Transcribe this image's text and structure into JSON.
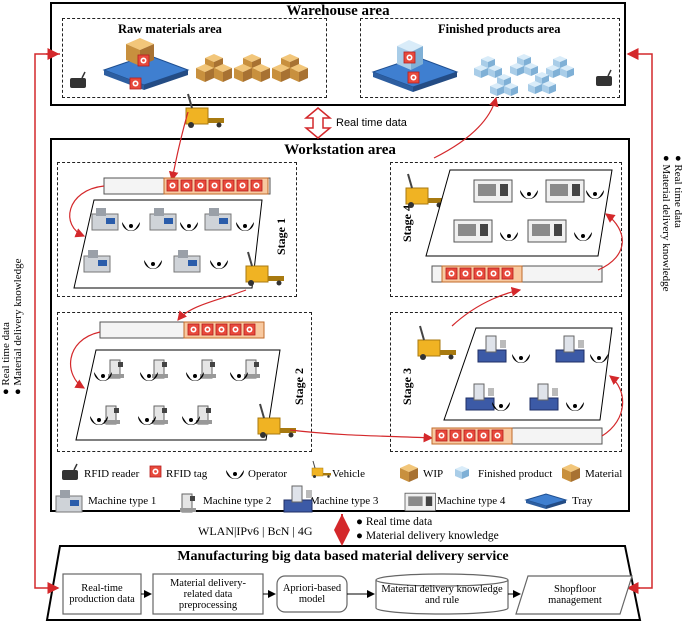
{
  "warehouse": {
    "title": "Warehouse area",
    "raw_materials": "Raw materials area",
    "finished_products": "Finished products  area"
  },
  "center_link": "Real time data",
  "workstation": {
    "title": "Workstation area",
    "stages": [
      "Stage 1",
      "Stage 2",
      "Stage 3",
      "Stage 4"
    ]
  },
  "legend": {
    "rfid_reader": "RFID reader",
    "rfid_tag": "RFID tag",
    "operator": "Operator",
    "vehicle": "Vehicle",
    "wip": "WIP",
    "finished_product": "Finished product",
    "material": "Material",
    "machine1": "Machine type 1",
    "machine2": "Machine type 2",
    "machine3": "Machine type 3",
    "machine4": "Machine type 4",
    "tray": "Tray"
  },
  "side_left": [
    "Real time data",
    "Material delivery knowledge"
  ],
  "side_right": [
    "Real time data",
    "Material delivery knowledge"
  ],
  "bottom_link": {
    "network": "WLAN|IPv6 | BcN | 4G",
    "items": [
      "Real time data",
      "Material delivery knowledge"
    ]
  },
  "service": {
    "title": "Manufacturing big data based material delivery service",
    "steps": [
      "Real-time production data",
      "Material delivery-related data preprocessing",
      "Apriori-based model",
      "Material delivery knowledge and rule",
      "Shopfloor management"
    ]
  }
}
